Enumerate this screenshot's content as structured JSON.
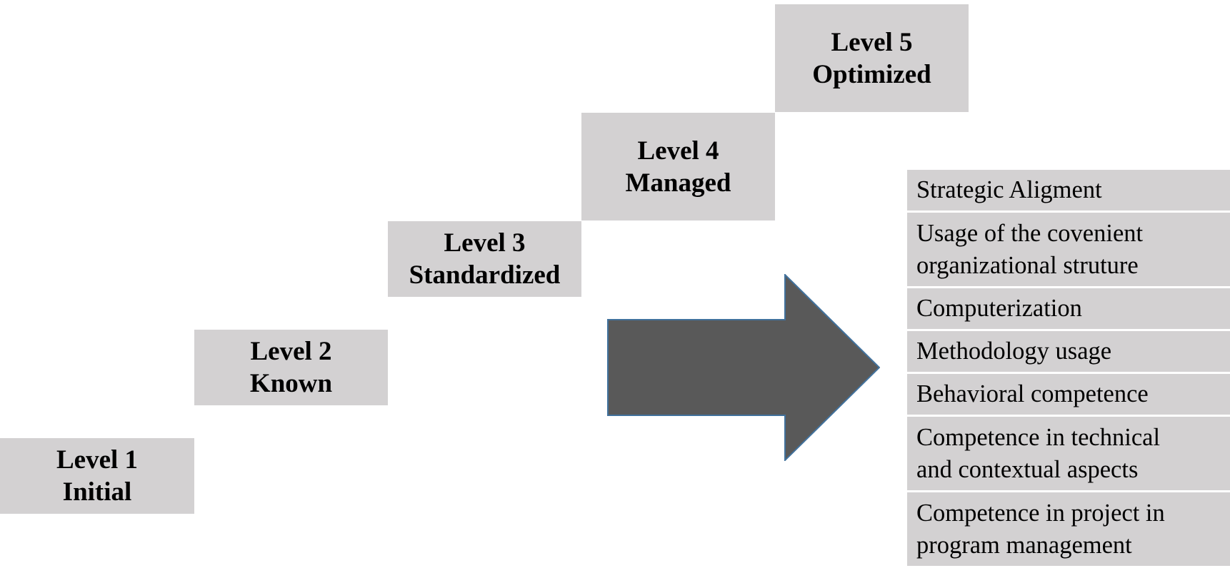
{
  "levels": [
    {
      "line1": "Level 1",
      "line2": "Initial"
    },
    {
      "line1": "Level 2",
      "line2": "Known"
    },
    {
      "line1": "Level 3",
      "line2": "Standardized"
    },
    {
      "line1": "Level 4",
      "line2": "Managed"
    },
    {
      "line1": "Level 5",
      "line2": "Optimized"
    }
  ],
  "aspects": [
    {
      "line1": "Strategic Aligment"
    },
    {
      "line1": "Usage of the covenient",
      "line2": "organizational struture"
    },
    {
      "line1": "Computerization"
    },
    {
      "line1": "Methodology usage"
    },
    {
      "line1": "Behavioral competence"
    },
    {
      "line1": "Competence in technical",
      "line2": "and contextual aspects"
    },
    {
      "line1": "Competence in project in",
      "line2": "program management"
    }
  ],
  "colors": {
    "box_fill": "#d3d1d2",
    "arrow_fill": "#595959",
    "arrow_stroke": "#41719c",
    "text": "#000000"
  },
  "icons": {
    "arrow": "right-arrow-icon"
  }
}
